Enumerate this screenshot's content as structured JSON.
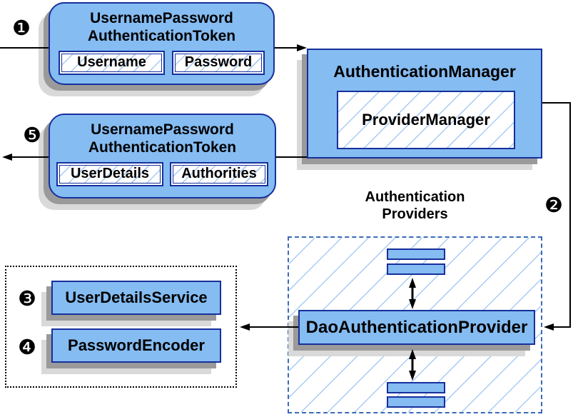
{
  "colors": {
    "node_fill": "#85BCF2",
    "node_border": "#16309c",
    "hatch": "#a7cbf5",
    "dashed_border": "#3a6ab8",
    "shadow_dark": "#9a9a9a",
    "shadow_light": "#d9d9d9",
    "arrow": "#000000"
  },
  "nodes": {
    "token_request": {
      "title": "UsernamePassword\nAuthenticationToken",
      "fields": [
        "Username",
        "Password"
      ]
    },
    "auth_manager": {
      "title": "AuthenticationManager",
      "inner": "ProviderManager"
    },
    "token_result": {
      "title": "UsernamePassword\nAuthenticationToken",
      "fields": [
        "UserDetails",
        "Authorities"
      ]
    },
    "providers_group": {
      "title": "Authentication\nProviders",
      "provider": "DaoAuthenticationProvider"
    },
    "services": {
      "items": [
        "UserDetailsService",
        "PasswordEncoder"
      ]
    }
  },
  "steps": [
    {
      "n": "1",
      "glyph": "❶"
    },
    {
      "n": "2",
      "glyph": "❷"
    },
    {
      "n": "3",
      "glyph": "❸"
    },
    {
      "n": "4",
      "glyph": "❹"
    },
    {
      "n": "5",
      "glyph": "❺"
    }
  ]
}
